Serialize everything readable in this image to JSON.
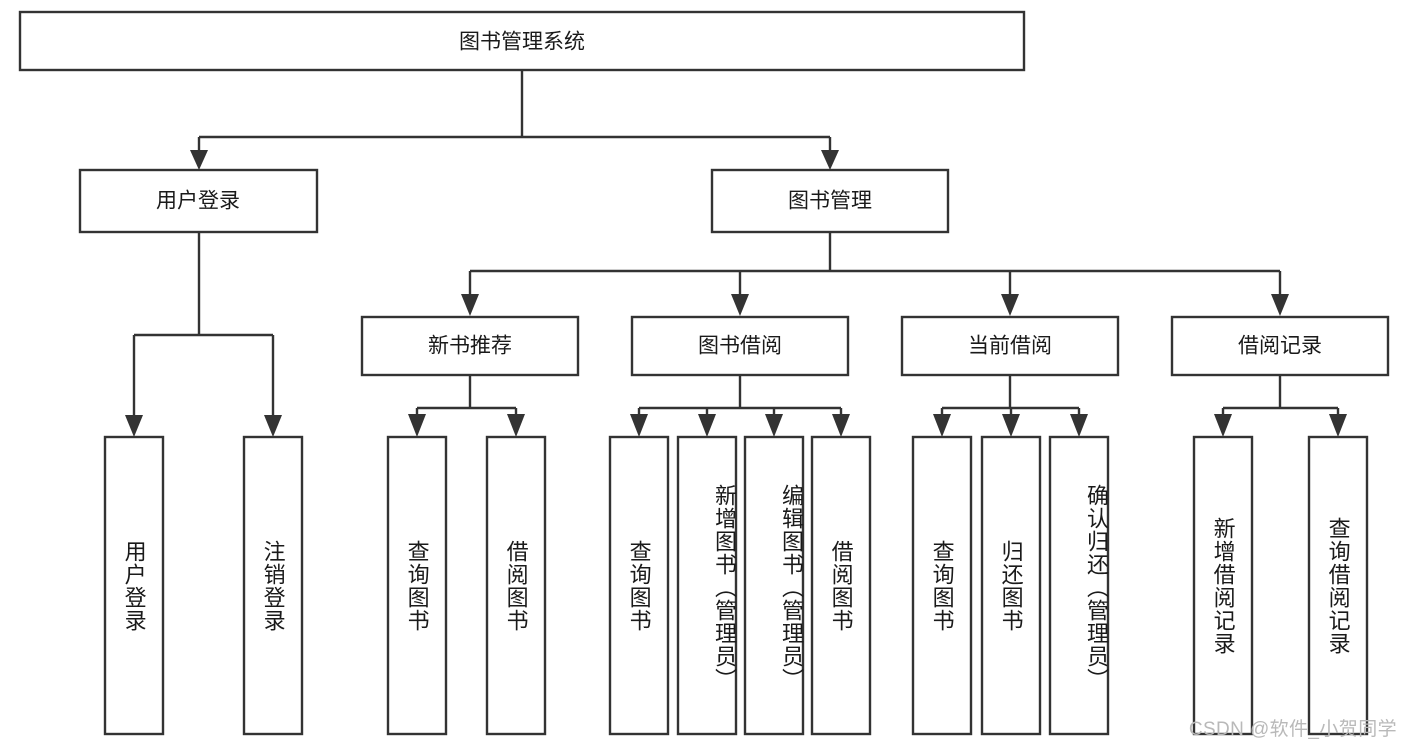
{
  "diagram": {
    "type": "tree",
    "title": "图书管理系统",
    "orientation": "top-down",
    "watermark": "CSDN @软件_小贺同学",
    "colors": {
      "box_stroke": "#333333",
      "box_fill": "#ffffff",
      "text": "#1a1a1a",
      "background": "#ffffff",
      "watermark": "#b9b9b9"
    },
    "levels": {
      "root": "图书管理系统",
      "level2": [
        "用户登录",
        "图书管理"
      ],
      "level3": [
        "新书推荐",
        "图书借阅",
        "当前借阅",
        "借阅记录"
      ],
      "level4": [
        "用户登录",
        "注销登录",
        "查询图书",
        "借阅图书",
        "查询图书",
        "新增图书（管理员）",
        "编辑图书（管理员）",
        "借阅图书",
        "查询图书",
        "归还图书",
        "确认归还（管理员）",
        "新增借阅记录",
        "查询借阅记录"
      ]
    },
    "nodes": {
      "root": {
        "label": "图书管理系统"
      },
      "user_login": {
        "label": "用户登录"
      },
      "book_mgmt": {
        "label": "图书管理"
      },
      "new_book_rec": {
        "label": "新书推荐"
      },
      "book_borrow": {
        "label": "图书借阅"
      },
      "current_borrow": {
        "label": "当前借阅"
      },
      "borrow_record": {
        "label": "借阅记录"
      },
      "leaf_user_login": {
        "label": "用户登录"
      },
      "leaf_logout": {
        "label": "注销登录"
      },
      "leaf_query_book_1": {
        "label": "查询图书"
      },
      "leaf_borrow_book_1": {
        "label": "借阅图书"
      },
      "leaf_query_book_2": {
        "label": "查询图书"
      },
      "leaf_add_book": {
        "label": "新增图书（管理员）"
      },
      "leaf_edit_book": {
        "label": "编辑图书（管理员）"
      },
      "leaf_borrow_book_2": {
        "label": "借阅图书"
      },
      "leaf_query_book_3": {
        "label": "查询图书"
      },
      "leaf_return_book": {
        "label": "归还图书"
      },
      "leaf_confirm_return": {
        "label": "确认归还（管理员）"
      },
      "leaf_add_record": {
        "label": "新增借阅记录"
      },
      "leaf_query_record": {
        "label": "查询借阅记录"
      }
    },
    "edges": [
      {
        "from": "root",
        "to": "user_login"
      },
      {
        "from": "root",
        "to": "book_mgmt"
      },
      {
        "from": "user_login",
        "to": "leaf_user_login"
      },
      {
        "from": "user_login",
        "to": "leaf_logout"
      },
      {
        "from": "book_mgmt",
        "to": "new_book_rec"
      },
      {
        "from": "book_mgmt",
        "to": "book_borrow"
      },
      {
        "from": "book_mgmt",
        "to": "current_borrow"
      },
      {
        "from": "book_mgmt",
        "to": "borrow_record"
      },
      {
        "from": "new_book_rec",
        "to": "leaf_query_book_1"
      },
      {
        "from": "new_book_rec",
        "to": "leaf_borrow_book_1"
      },
      {
        "from": "book_borrow",
        "to": "leaf_query_book_2"
      },
      {
        "from": "book_borrow",
        "to": "leaf_add_book"
      },
      {
        "from": "book_borrow",
        "to": "leaf_edit_book"
      },
      {
        "from": "book_borrow",
        "to": "leaf_borrow_book_2"
      },
      {
        "from": "current_borrow",
        "to": "leaf_query_book_3"
      },
      {
        "from": "current_borrow",
        "to": "leaf_return_book"
      },
      {
        "from": "current_borrow",
        "to": "leaf_confirm_return"
      },
      {
        "from": "borrow_record",
        "to": "leaf_add_record"
      },
      {
        "from": "borrow_record",
        "to": "leaf_query_record"
      }
    ]
  }
}
